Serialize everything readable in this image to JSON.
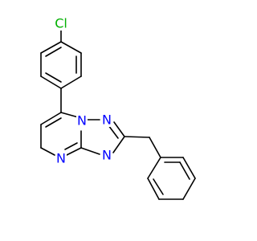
{
  "molecule": {
    "atoms": {
      "cl": {
        "label": "Cl",
        "color": "#00B000"
      },
      "n1": {
        "label": "N",
        "color": "#0000FF"
      },
      "n2": {
        "label": "N",
        "color": "#0000FF"
      },
      "n3": {
        "label": "N",
        "color": "#0000FF"
      },
      "n4": {
        "label": "N",
        "color": "#0000FF"
      }
    }
  }
}
